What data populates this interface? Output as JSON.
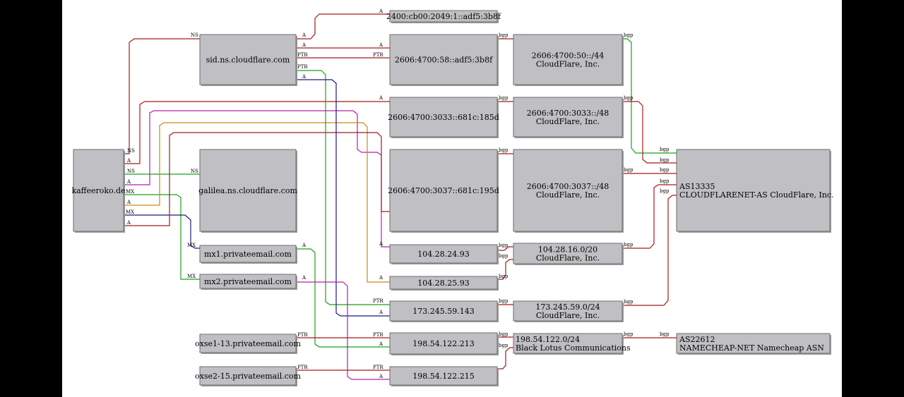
{
  "nodes": {
    "kaffeeroko": [
      "kaffeeroko.de"
    ],
    "sid": [
      "sid.ns.cloudflare.com"
    ],
    "galilea": [
      "galilea.ns.cloudflare.com"
    ],
    "mx1": [
      "mx1.privateemail.com"
    ],
    "mx2": [
      "mx2.privateemail.com"
    ],
    "oxse1": [
      "oxse1-13.privateemail.com"
    ],
    "oxse2": [
      "oxse2-15.privateemail.com"
    ],
    "ip_3b8f_top": [
      "2400:cb00:2049:1::adf5:3b8f"
    ],
    "ip_3b8f": [
      "2606:4700:58::adf5:3b8f"
    ],
    "ip_185d": [
      "2606:4700:3033::681c:185d"
    ],
    "ip_195d": [
      "2606:4700:3037::681c:195d"
    ],
    "ip_24_93": [
      "104.28.24.93"
    ],
    "ip_25_93": [
      "104.28.25.93"
    ],
    "ip_173": [
      "173.245.59.143"
    ],
    "ip_198_213": [
      "198.54.122.213"
    ],
    "ip_198_215": [
      "198.54.122.215"
    ],
    "pfx_50": [
      "2606:4700:50::/44",
      "CloudFlare, Inc."
    ],
    "pfx_3033": [
      "2606:4700:3033::/48",
      "CloudFlare, Inc."
    ],
    "pfx_3037": [
      "2606:4700:3037::/48",
      "CloudFlare, Inc."
    ],
    "pfx_104": [
      "104.28.16.0/20",
      "CloudFlare, Inc."
    ],
    "pfx_173": [
      "173.245.59.0/24",
      "CloudFlare, Inc."
    ],
    "pfx_198": [
      "198.54.122.0/24",
      "Black Lotus Communications"
    ],
    "as13335": [
      "AS13335",
      "CLOUDFLARENET-AS CloudFlare, Inc."
    ],
    "as22612": [
      "AS22612",
      "NAMECHEAP-NET Namecheap ASN"
    ]
  },
  "edge_labels": {
    "ns": "NS",
    "a": "A",
    "mx": "MX",
    "ptr": "PTR",
    "bgp": "bgp"
  },
  "colors": {
    "red": "#a41a1a",
    "green": "#1aa01a",
    "blue": "#1a1a7a",
    "magenta": "#b020b0",
    "orange": "#c88a10"
  }
}
